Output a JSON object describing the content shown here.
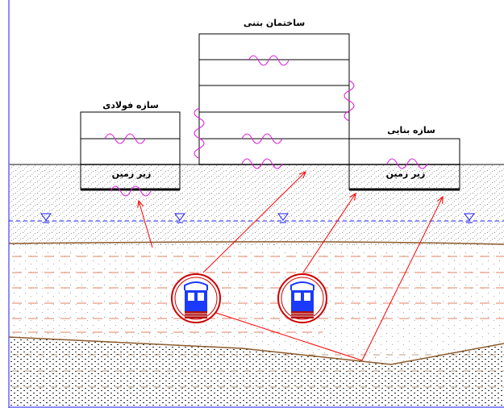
{
  "buildings": {
    "steel": {
      "name": "سازه فولادی",
      "basement": "زیر زمین"
    },
    "concrete": {
      "name": "ساختمان بتنی"
    },
    "masonry": {
      "name": "سازه بنایی",
      "basement": "زیر زمین"
    }
  },
  "colors": {
    "frame": "#1a1aff",
    "vibration_wave": "#e020e0",
    "propagation_arrow": "#ff0000",
    "water_table": "#1a1aff",
    "soil_boundary": "#8b5a2b",
    "clay_dash": "#e08060",
    "train_circle": "#cc0000",
    "train_body": "#1a3aff",
    "train_wheels": "#b01010"
  },
  "icons": {
    "train": "train-tunnel-icon",
    "water_table": "water-table-triangle-icon",
    "vibration": "vibration-wave-icon"
  }
}
